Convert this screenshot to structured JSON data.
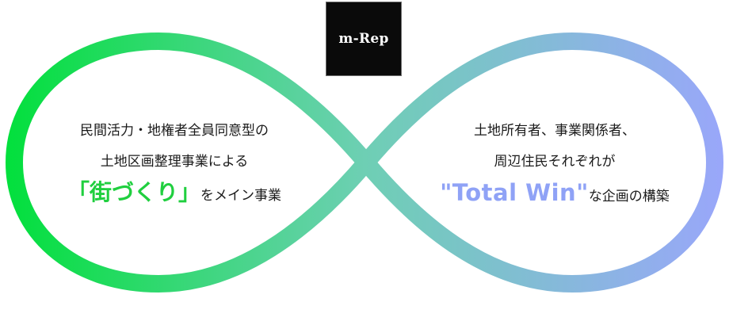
{
  "logo": {
    "text": "m-Rep"
  },
  "colors": {
    "loop_start": "#00e03a",
    "loop_mid": "#6ecfb4",
    "loop_end": "#9aa6fb",
    "green_text": "#20cf3f",
    "blue_text": "#8fa2f6",
    "logo_bg": "#0a0a0a"
  },
  "left": {
    "line1": "民間活力・地権者全員同意型の",
    "line2": "土地区画整理事業による",
    "highlight": "「街づくり」",
    "suffix": "をメイン事業"
  },
  "right": {
    "line1": "土地所有者、事業関係者、",
    "line2": "周辺住民それぞれが",
    "highlight": "\"Total Win\"",
    "suffix": "な企画の構築"
  }
}
